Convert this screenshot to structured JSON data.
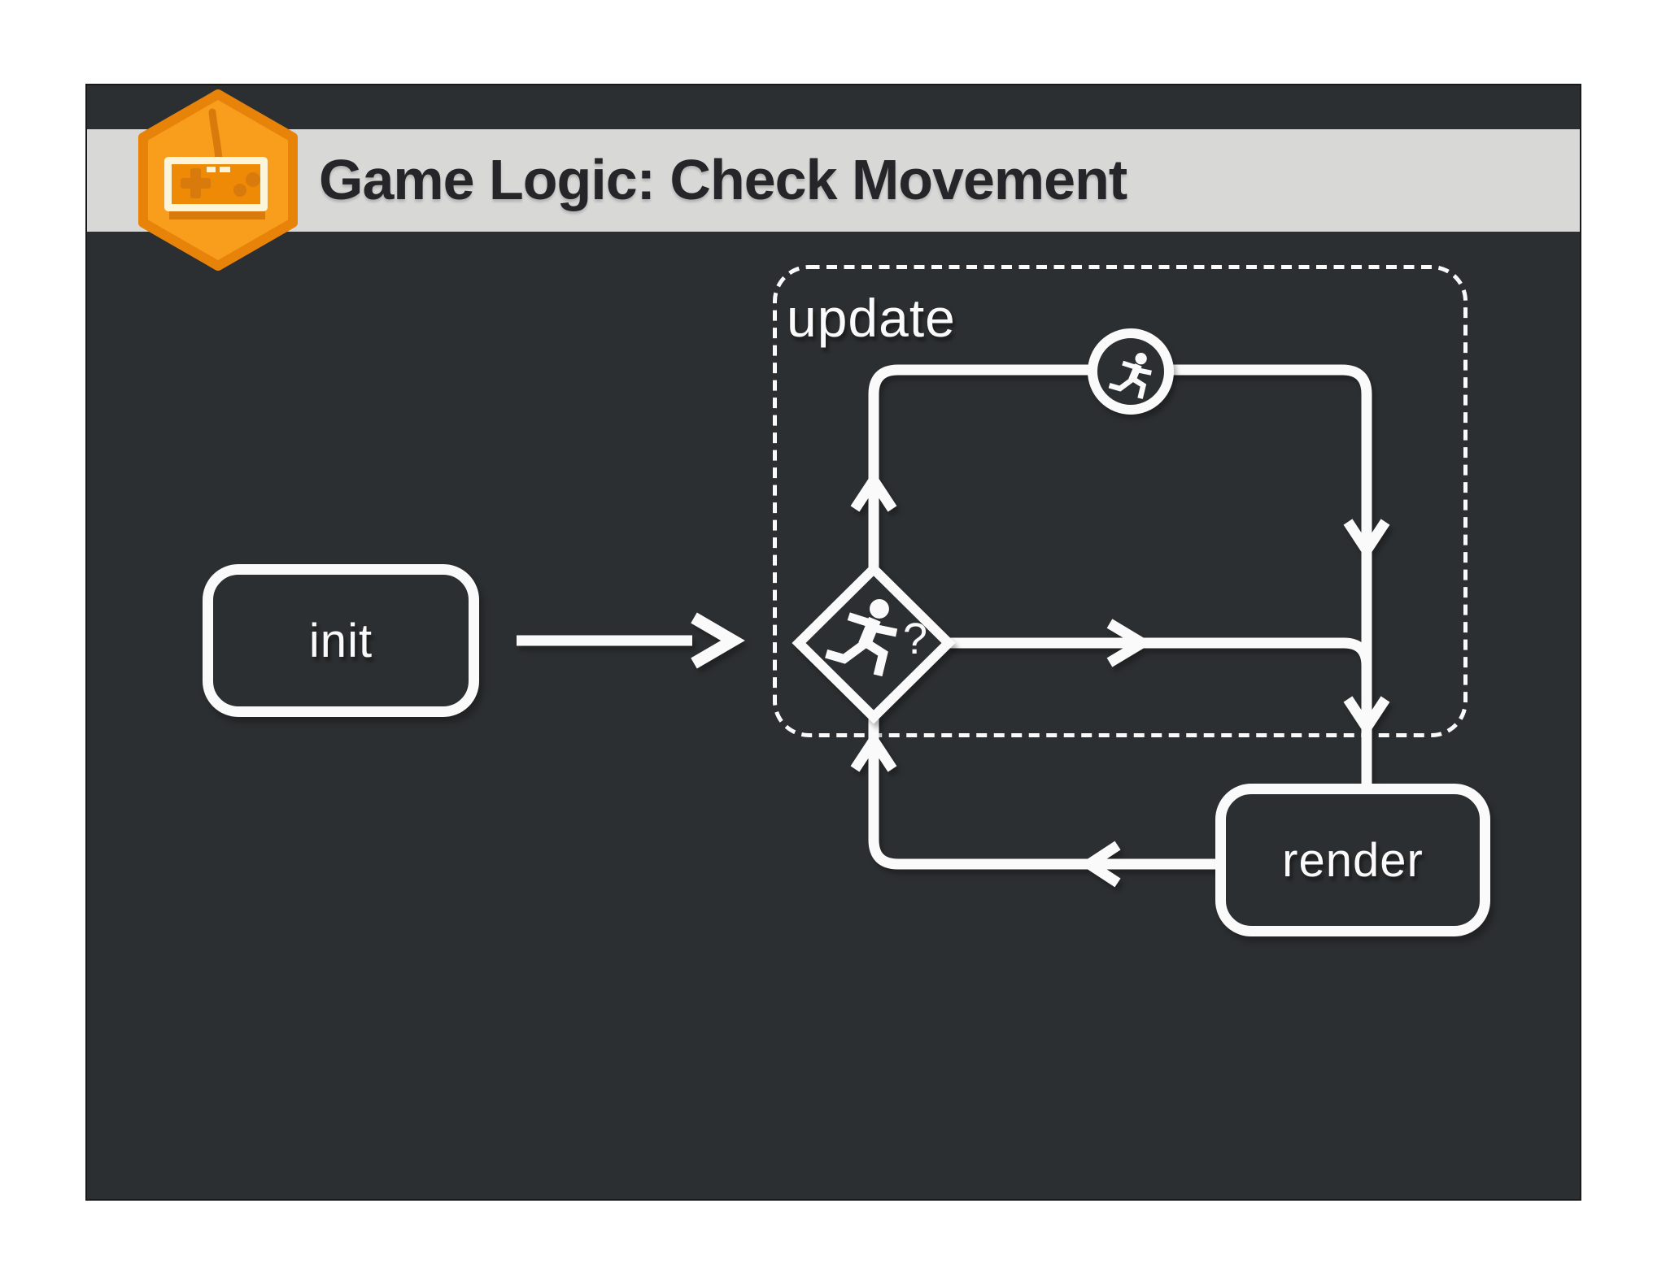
{
  "slide": {
    "title": "Game Logic: Check Movement",
    "colors": {
      "page_background": "#ffffff",
      "slide_background": "#2c2f31",
      "header_bar": "#d8d8d7",
      "title_text": "#26262a",
      "diagram_white": "#fafafa",
      "badge_orange_fill": "#f89d1c",
      "badge_orange_border": "#e8830a",
      "badge_orange_dark": "#d97a0c",
      "badge_cream": "#fcf5da"
    }
  },
  "diagram": {
    "nodes": {
      "init": {
        "label": "init",
        "shape": "rounded-rectangle"
      },
      "update_group": {
        "label": "update",
        "shape": "dashed-rounded-rectangle"
      },
      "decision": {
        "label": "?",
        "icon": "runner-icon",
        "shape": "diamond"
      },
      "loop_marker": {
        "icon": "runner-icon",
        "shape": "circle"
      },
      "render": {
        "label": "render",
        "shape": "rounded-rectangle"
      }
    },
    "edges": [
      {
        "from": "init",
        "to": "decision",
        "direction": "right"
      },
      {
        "from": "decision",
        "to": "loop_marker",
        "direction": "up-then-right",
        "label": ""
      },
      {
        "from": "loop_marker",
        "to": "decision-merge",
        "direction": "right-then-down"
      },
      {
        "from": "decision",
        "to": "render",
        "direction": "right-then-down"
      },
      {
        "from": "render",
        "to": "decision",
        "direction": "left-then-up"
      }
    ]
  }
}
